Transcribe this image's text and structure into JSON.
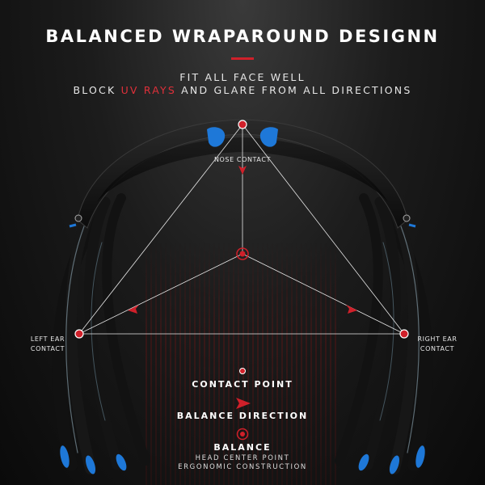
{
  "title": "BALANCED WRAPAROUND DESIGNN",
  "subtitle_line1": "FIT ALL FACE WELL",
  "subtitle_line2": {
    "prefix": "BLOCK ",
    "highlight": "UV RAYS",
    "suffix": " AND GLARE FROM ALL DIRECTIONS"
  },
  "labels": {
    "nose": "NOSE CONTACT",
    "left_ear_line1": "LEFT EAR",
    "left_ear_line2": "CONTACT",
    "right_ear_line1": "RIGHT EAR",
    "right_ear_line2": "CONTACT"
  },
  "legend": {
    "contact_point": "CONTACT POINT",
    "balance_direction": "BALANCE DIRECTION",
    "balance": "BALANCE",
    "balance_sub1": "HEAD CENTER POINT",
    "balance_sub2": "ERGONOMIC CONSTRUCTION"
  },
  "colors": {
    "accent_red": "#d0202a",
    "nose_pad_blue": "#1e78d8",
    "frame_black": "#111111"
  },
  "icons": [
    "contact-point-icon",
    "balance-direction-icon",
    "balance-icon"
  ]
}
